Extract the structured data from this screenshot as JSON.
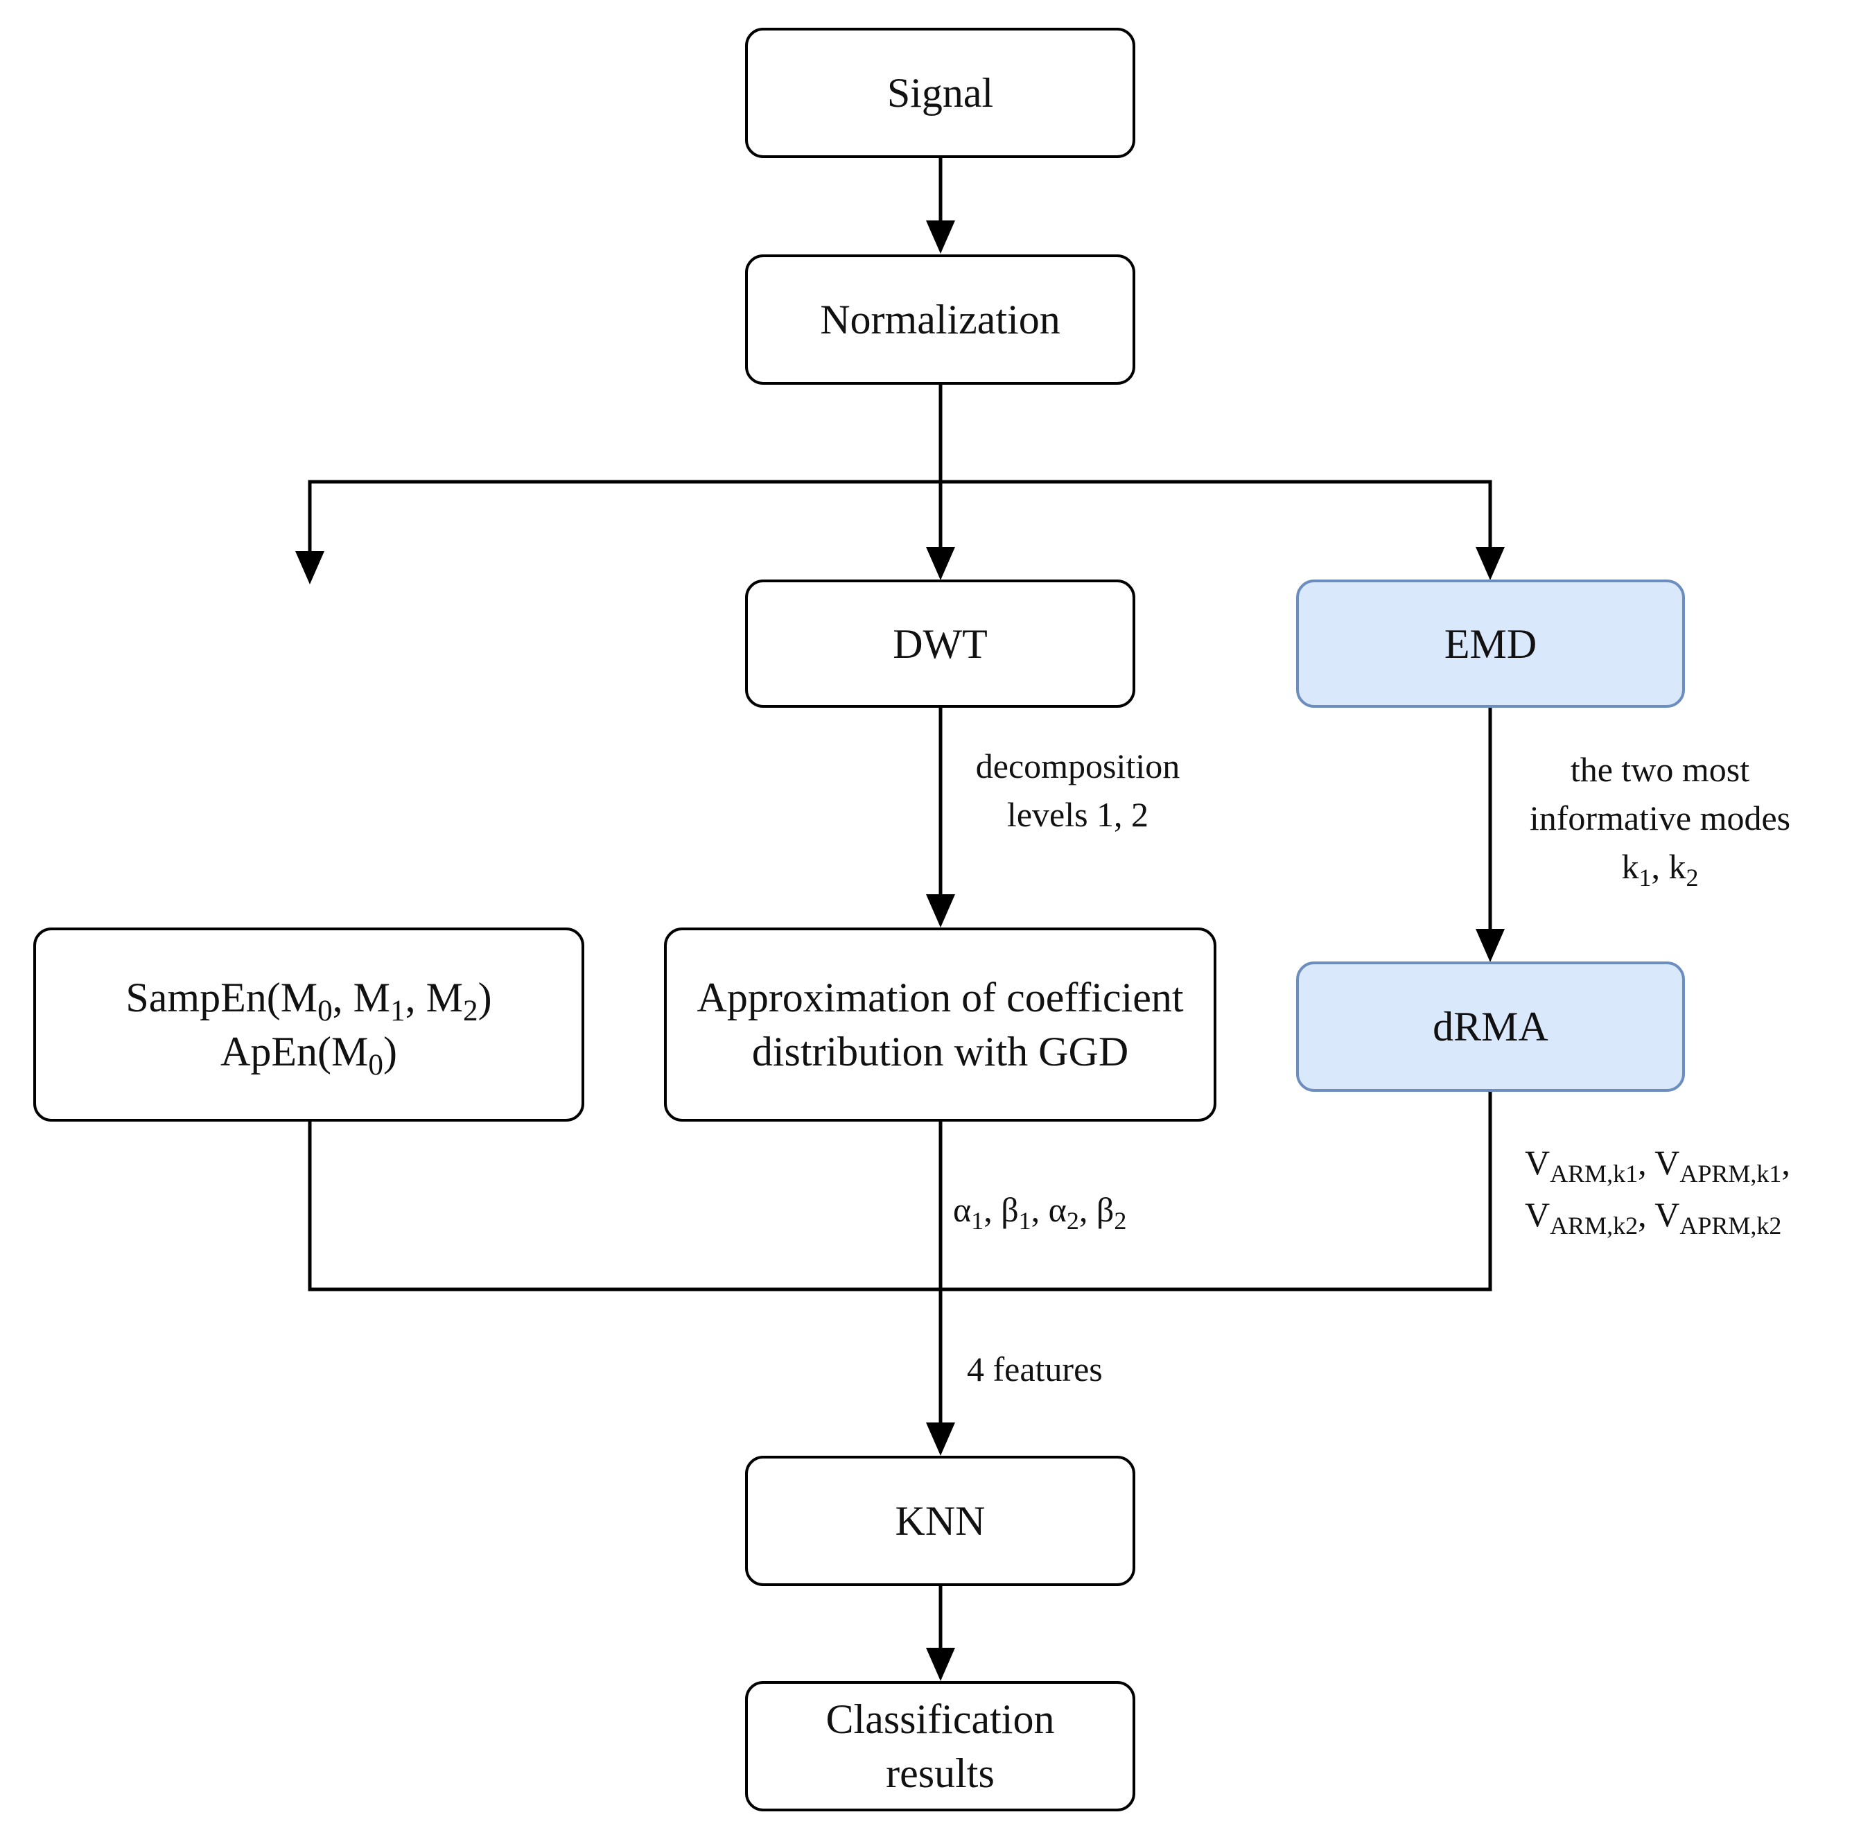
{
  "nodes": {
    "signal": "Signal",
    "normalization": "Normalization",
    "dwt": "DWT",
    "emd": "EMD",
    "entropy": {
      "line1": [
        {
          "t": "SampEn(M"
        },
        {
          "s": "0"
        },
        {
          "t": ", M"
        },
        {
          "s": "1"
        },
        {
          "t": ", M"
        },
        {
          "s": "2"
        },
        {
          "t": ")"
        }
      ],
      "line2": [
        {
          "t": "ApEn(M"
        },
        {
          "s": "0"
        },
        {
          "t": ")"
        }
      ]
    },
    "ggd": {
      "line1": "Approximation of coefficient",
      "line2": "distribution with GGD"
    },
    "drma": "dRMA",
    "knn": "KNN",
    "results": {
      "line1": "Classification",
      "line2": "results"
    }
  },
  "edge_labels": {
    "dwt_levels": {
      "line1": "decomposition",
      "line2": "levels 1, 2"
    },
    "emd_modes": {
      "line1": [
        {
          "t": "the two most"
        }
      ],
      "line2": [
        {
          "t": "informative modes"
        }
      ],
      "line3": [
        {
          "t": "k"
        },
        {
          "s": "1"
        },
        {
          "t": ", k"
        },
        {
          "s": "2"
        }
      ]
    },
    "ggd_params": {
      "line1": [
        {
          "t": "α"
        },
        {
          "s": "1"
        },
        {
          "t": ", β"
        },
        {
          "s": "1"
        },
        {
          "t": ", α"
        },
        {
          "s": "2"
        },
        {
          "t": ", β"
        },
        {
          "s": "2"
        }
      ]
    },
    "drma_features": {
      "line1": [
        {
          "t": "V"
        },
        {
          "s": "ARM,k1"
        },
        {
          "t": ", V"
        },
        {
          "s": "APRM,k1"
        },
        {
          "t": ","
        }
      ],
      "line2": [
        {
          "t": "V"
        },
        {
          "s": "ARM,k2"
        },
        {
          "t": ", V"
        },
        {
          "s": "APRM,k2"
        }
      ]
    },
    "feature_count": "4 features"
  },
  "colors": {
    "stroke": "#000000",
    "highlight_fill": "#dae8fc",
    "highlight_stroke": "#6c8ebf"
  }
}
